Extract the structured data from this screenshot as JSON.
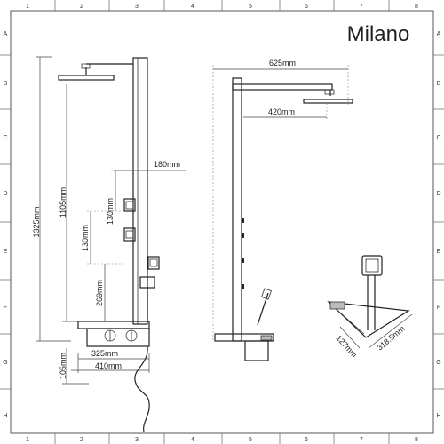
{
  "brand": {
    "name": "Milano"
  },
  "border": {
    "columns": [
      "1",
      "2",
      "3",
      "4",
      "5",
      "6",
      "7",
      "8"
    ],
    "rows": [
      "A",
      "B",
      "C",
      "D",
      "E",
      "F",
      "G",
      "H"
    ]
  },
  "front_view": {
    "dim_total_height": "1325mm",
    "dim_column_height": "1105mm",
    "dim_jet_spacing_upper": "130mm",
    "dim_jet_spacing_lower": "130mm",
    "dim_lower_section": "269mm",
    "dim_base_height": "105mm",
    "dim_arm_depth": "180mm",
    "dim_valve_width": "325mm",
    "dim_shelf_width": "410mm"
  },
  "side_view": {
    "dim_arm_total": "625mm",
    "dim_arm_inner": "420mm"
  },
  "detail_view": {
    "dim_depth_a": "127mm",
    "dim_depth_b": "318.5mm"
  }
}
